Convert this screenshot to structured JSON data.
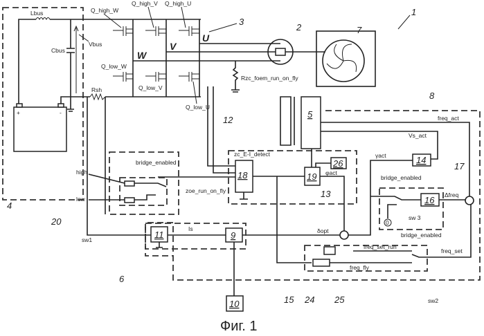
{
  "figure": {
    "caption": "Фиг. 1",
    "reference_numerals": {
      "system": "1",
      "motor": "2",
      "bridge": "3",
      "power_supply": "4",
      "block5": "5",
      "controller": "6",
      "fan": "7",
      "control_unit": "8",
      "block9": "9",
      "block10": "10",
      "block11": "11",
      "zc_detect": "12",
      "sum13": "13",
      "block14": "14",
      "sw_label_15": "15",
      "block16": "16",
      "sum17": "17",
      "block18": "18",
      "block19": "19",
      "switch_unit": "20",
      "block24": "24",
      "block25": "25",
      "block26": "26"
    },
    "labels": {
      "lbus": "Lbus",
      "cbus": "Cbus",
      "vbus": "Vbus",
      "rsh": "Rsh",
      "q_high_w": "Q_high_W",
      "q_high_v": "Q_high_V",
      "q_high_u": "Q_high_U",
      "q_low_w": "Q_low_W",
      "q_low_v": "Q_low_V",
      "q_low_u": "Q_low_U",
      "phase_u": "U",
      "phase_v": "V",
      "phase_w": "W",
      "rzc": "Rzc_foem_run_on_fly",
      "zc_detect": "zc_E-I_detect",
      "zoe_run_on_fly": "zoe_run_on_fly",
      "bridge_enabled": "bridge_enabled",
      "high": "high",
      "low": "low",
      "sw1": "sw1",
      "sw2": "sw2",
      "sw3": "sw 3",
      "is": "Is",
      "delta_opt": "δopt",
      "phi_act": "φact",
      "gamma_act": "γact",
      "vs_act": "Vs_act",
      "freq_act": "freq_act",
      "delta_freq": "Δfreq",
      "freq_set": "freq_set",
      "freq_set_run": "freq_set_run",
      "freq_fly": "freq_fly",
      "zero": "0",
      "plus": "+",
      "minus": "-"
    }
  }
}
